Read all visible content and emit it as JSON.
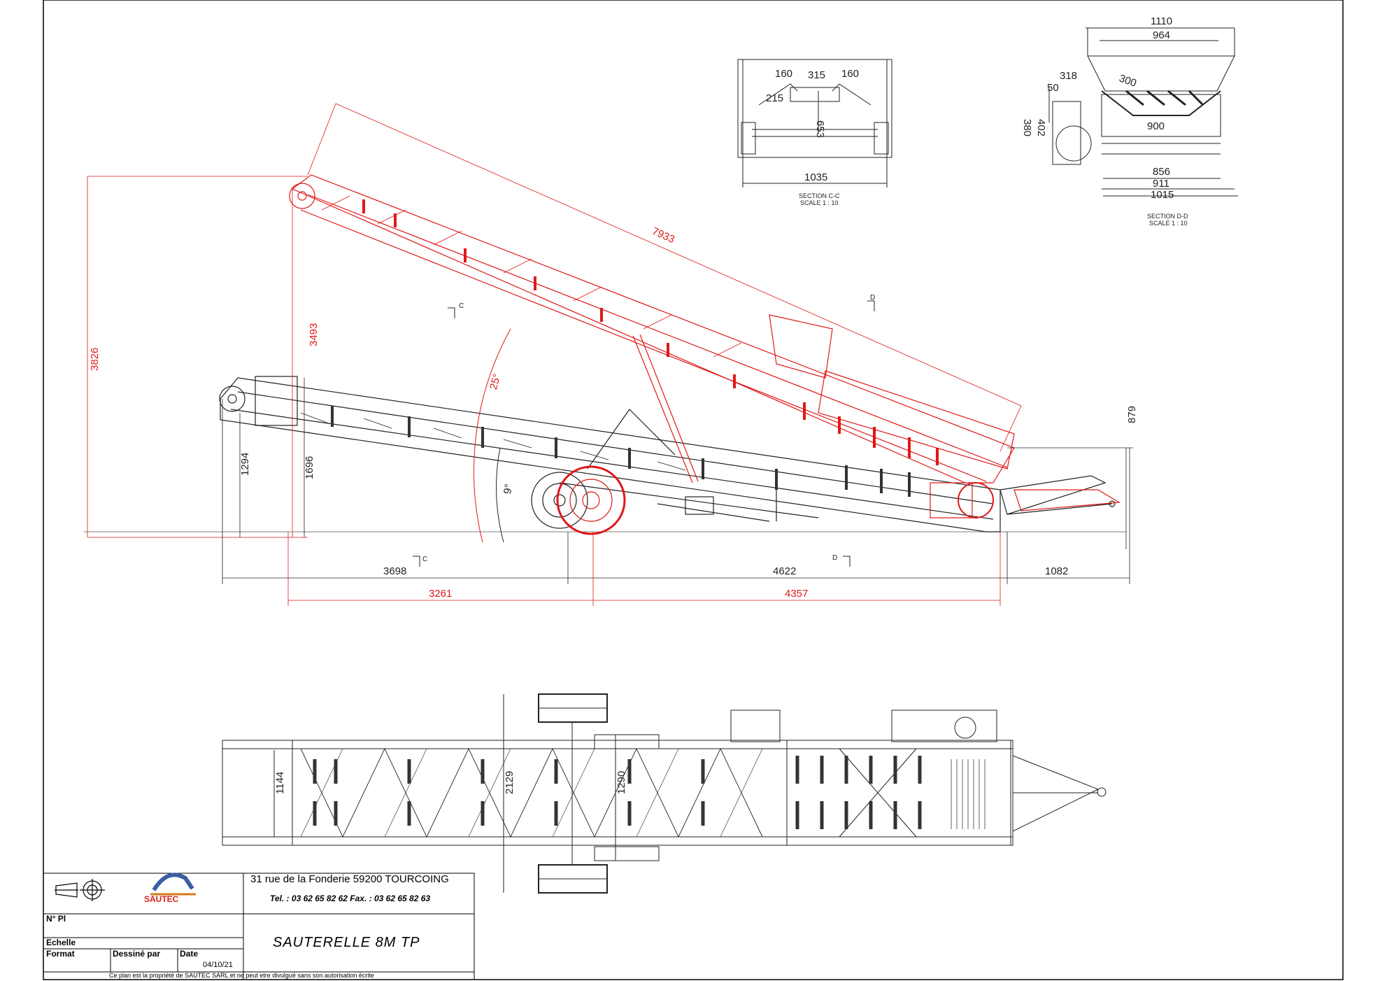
{
  "dims": {
    "total_height": "3826",
    "raised_height": "3493",
    "lower_height_a": "1294",
    "lower_height_b": "1696",
    "conveyor_length": "7933",
    "angle_raised": "25°",
    "angle_lowered": "9°",
    "hopper_height": "879",
    "base_a": "3698",
    "base_b": "4622",
    "base_c": "1082",
    "base_d": "3261",
    "base_e": "4357",
    "plan_width_a": "1144",
    "plan_width_b": "2129",
    "plan_width_c": "1290"
  },
  "section_c": {
    "label": "SECTION C-C",
    "scale": "SCALE 1 : 10",
    "d1": "160",
    "d2": "315",
    "d3": "160",
    "d4": "215",
    "d5": "653",
    "d6": "1035"
  },
  "section_d": {
    "label": "SECTION D-D",
    "scale": "SCALE 1 : 10",
    "d1": "1110",
    "d2": "964",
    "d3": "318",
    "d4": "50",
    "d5": "300",
    "d6": "402",
    "d7": "380",
    "d8": "900",
    "d9": "856",
    "d10": "911",
    "d11": "1015"
  },
  "markers": {
    "c": "C",
    "d": "D"
  },
  "title_block": {
    "address": "31 rue de la Fonderie  59200  TOURCOING",
    "contact": "Tel. : 03 62 65 82 62   Fax. : 03 62 65 82 63",
    "logo_text": "SAUTEC",
    "pl_label": "N° Pl",
    "echelle_label": "Echelle",
    "format_label": "Format",
    "dessine_label": "Dessiné par",
    "date_label": "Date",
    "date_value": "04/10/21",
    "title": "SAUTERELLE  8M  TP",
    "footer": "Ce plan est la propriété de SAUTEC SARL et ne peut etre divulgué sans son autorisation écrite"
  },
  "colors": {
    "red": "#e01818",
    "black": "#111111"
  }
}
